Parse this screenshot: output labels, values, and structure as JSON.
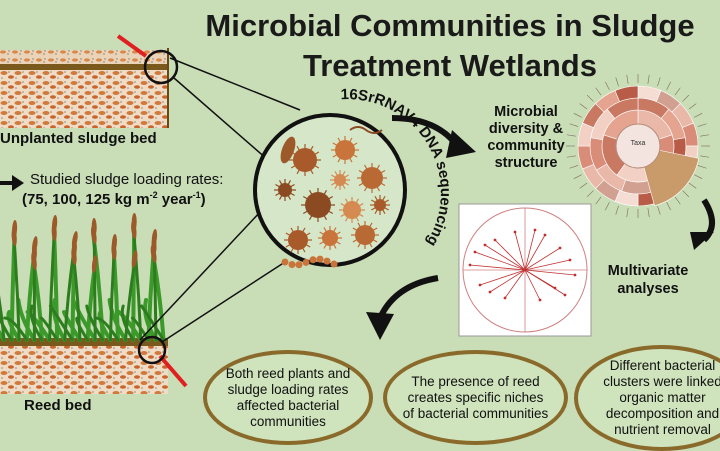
{
  "title_line1": "Microbial Communities in Sludge",
  "title_line2": "Treatment Wetlands",
  "unplanted_label": "Unplanted sludge bed",
  "reed_label": "Reed bed",
  "loading_line1": "Studied sludge loading rates:",
  "loading_line2": "(75, 100, 125 kg m",
  "loading_sup1": "-2",
  "loading_mid": " year",
  "loading_sup2": "-1",
  "loading_end": ")",
  "sequencing_label": "16SrRNAV4 DNA sequencing",
  "diversity_label": [
    "Microbial",
    "diversity &",
    "community",
    "structure"
  ],
  "multivariate_label": [
    "Multivariate",
    "analyses"
  ],
  "krona_center": "Taxa",
  "conclusions": [
    "Both reed plants and sludge loading rates affected bacterial communities",
    "The presence of reed creates specific niches of bacterial communities",
    "Different bacterial clusters were linked organic matter decomposition and nutrient removal"
  ],
  "colors": {
    "background": "#c9ddb7",
    "soil": "#c5703a",
    "reed": "#3c9a2a",
    "oval_border": "#8a6a2a",
    "red_marker": "#e02020"
  }
}
